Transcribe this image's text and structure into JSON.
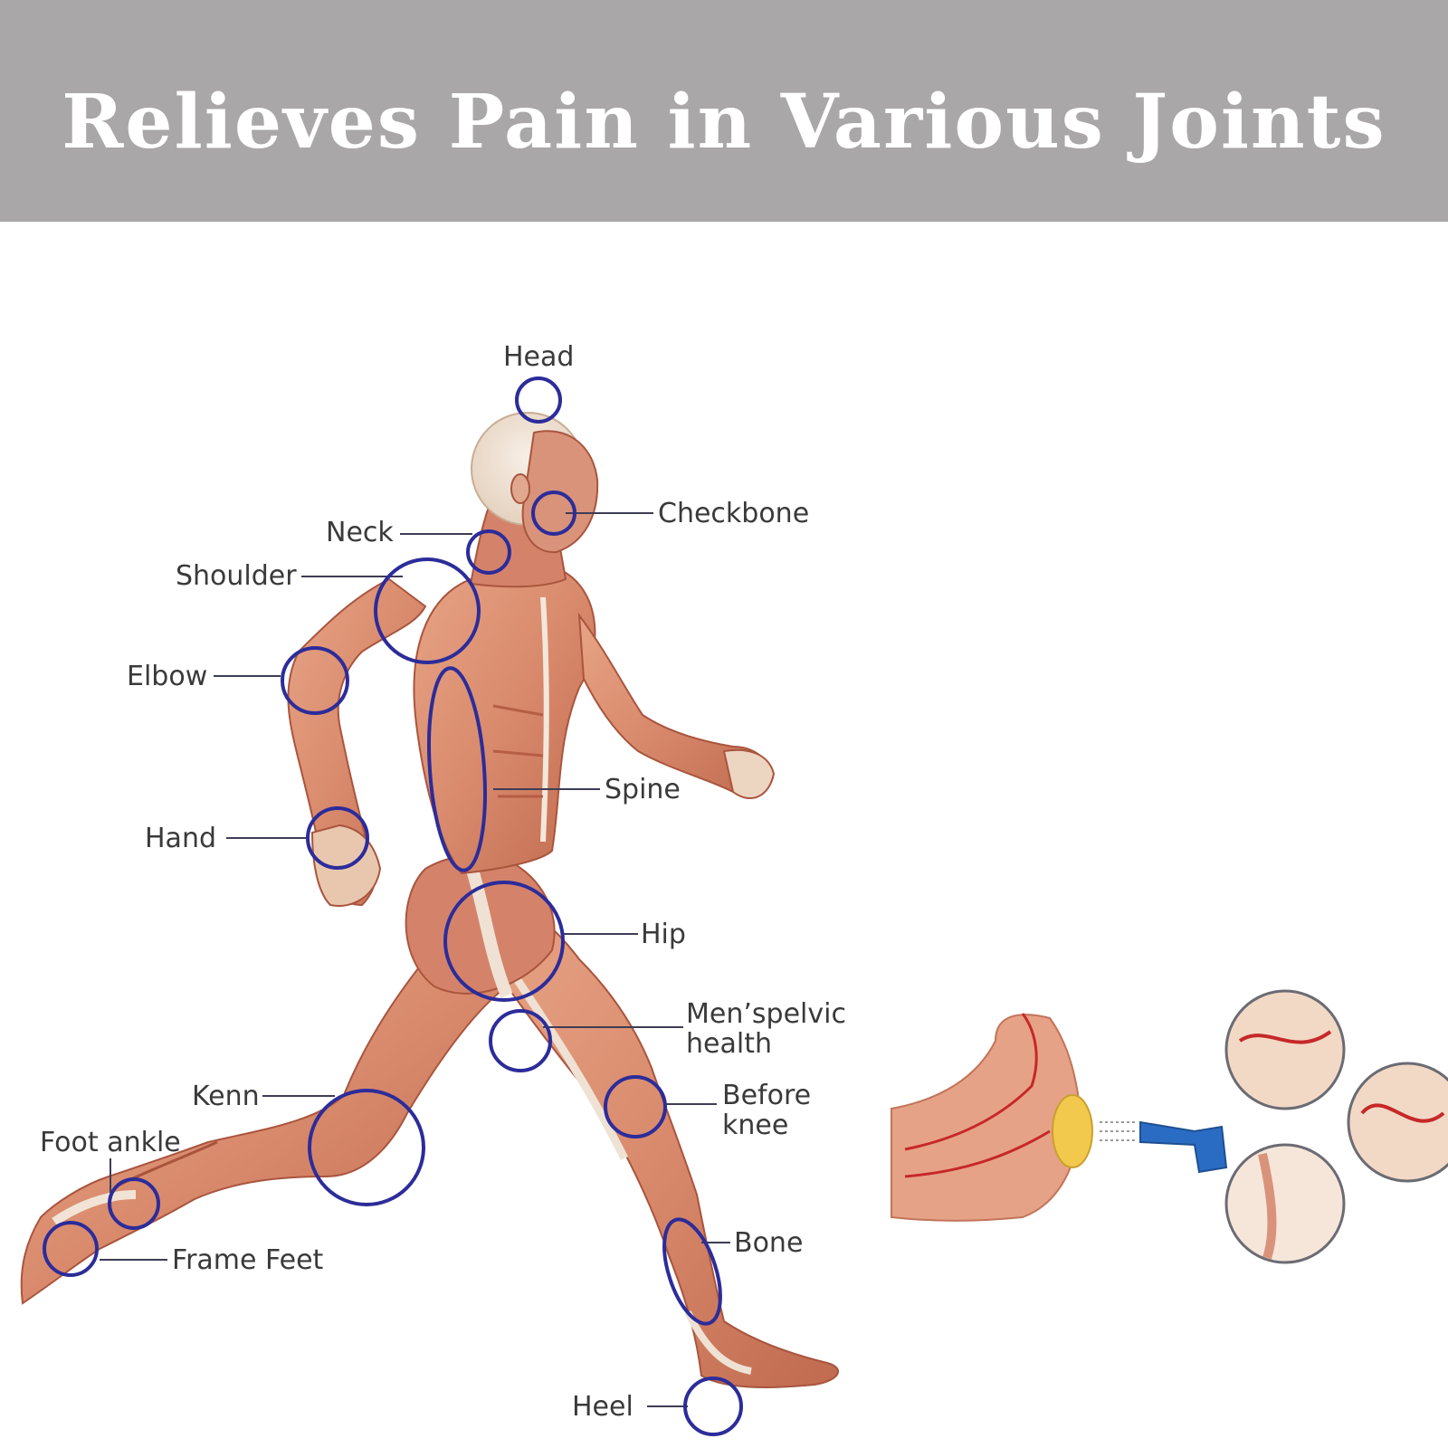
{
  "banner": {
    "title": "Relieves Pain in Various Joints"
  },
  "labels": {
    "head": "Head",
    "checkbone": "Checkbone",
    "neck": "Neck",
    "shoulder": "Shoulder",
    "elbow": "Elbow",
    "spine": "Spine",
    "hand": "Hand",
    "hip": "Hip",
    "pelvic_line1": "Men’spelvic",
    "pelvic_line2": "health",
    "kenn": "Kenn",
    "before_knee_line1": "Before",
    "before_knee_line2": "knee",
    "foot_ankle": "Foot ankle",
    "frame_feet": "Frame Feet",
    "bone": "Bone",
    "heel": "Heel"
  },
  "colors": {
    "banner": "#a9a7a7",
    "ring": "#2c2c9a",
    "muscle": "#d98a6c",
    "muscle_dark": "#b45c42",
    "tendon": "#efe2d4",
    "vein": "#c62828",
    "fat": "#f2c94c",
    "device": "#2a6cc4"
  },
  "icons": {
    "figure": "running-muscle-anatomy-figure",
    "inset": "elbow-shockwave-therapy-illustration"
  }
}
